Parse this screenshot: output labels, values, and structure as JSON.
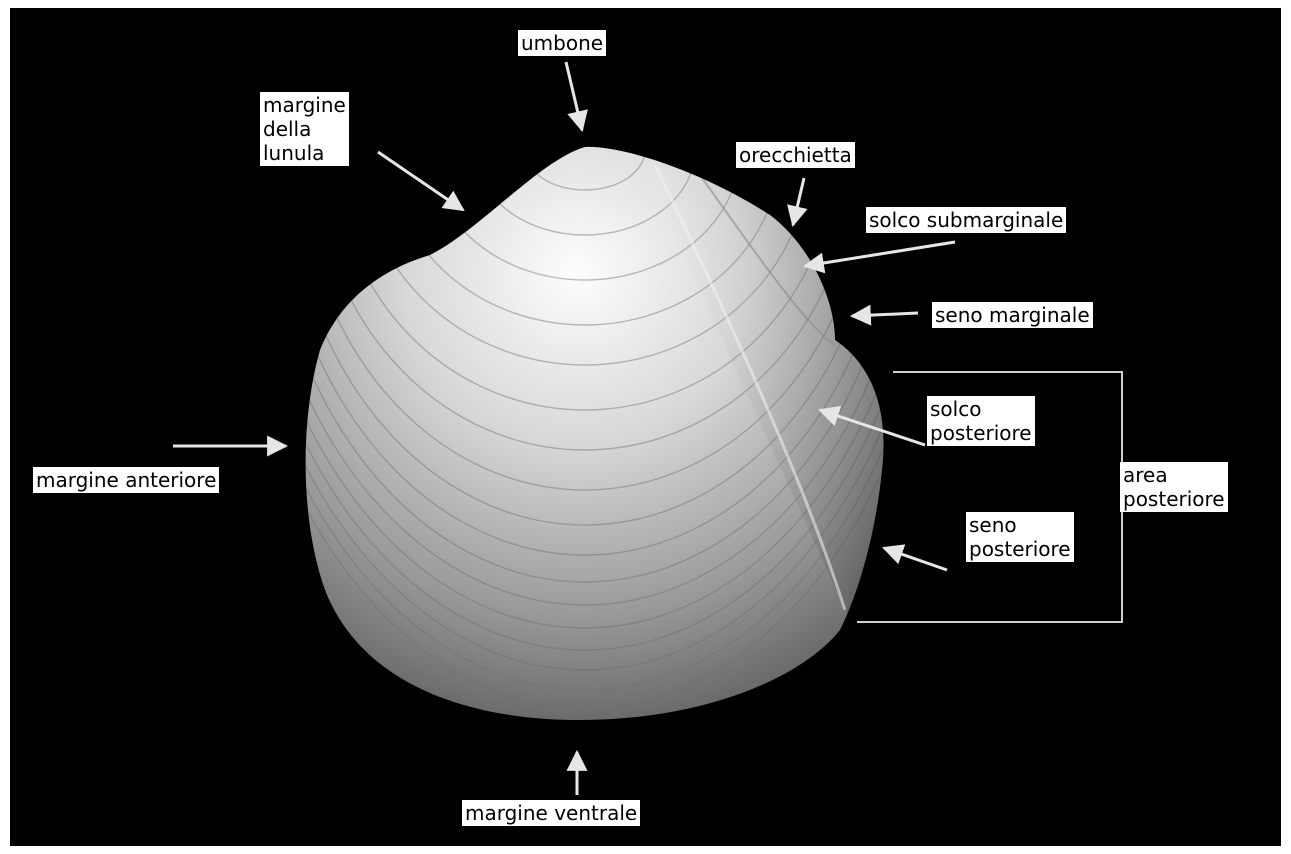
{
  "colors": {
    "background": "#000000",
    "frame": "#ffffff",
    "label_bg": "#ffffff",
    "label_text": "#000000",
    "arrow": "#e6e6e6"
  },
  "labels": {
    "umbone": "umbone",
    "lunula": "margine\ndella\nlunula",
    "orecchietta": "orecchietta",
    "solco_submarginale": "solco submarginale",
    "seno_marginale": "seno marginale",
    "solco_posteriore": "solco\nposteriore",
    "area_posteriore": "area\nposteriore",
    "seno_posteriore": "seno\nposteriore",
    "margine_anteriore": "margine anteriore",
    "margine_ventrale": "margine ventrale"
  }
}
